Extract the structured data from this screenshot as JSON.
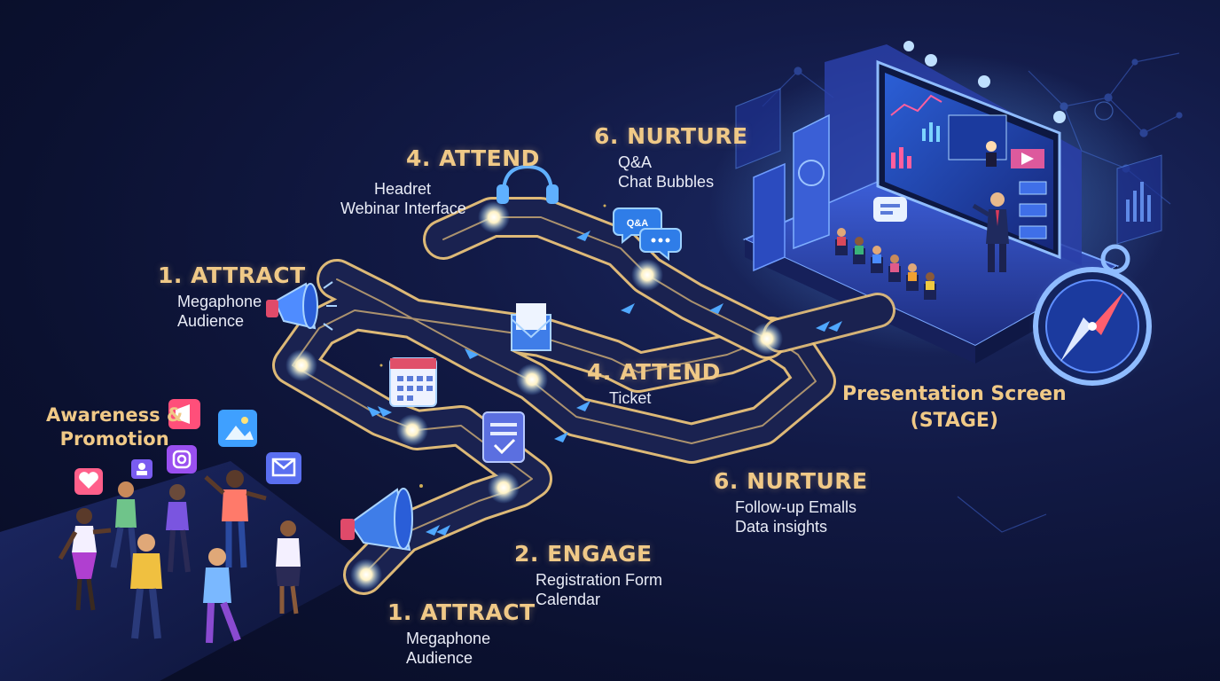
{
  "stages": [
    {
      "id": "attract-top",
      "title": "1. ATTRACT",
      "lines": [
        "Megaphone",
        "Audience"
      ]
    },
    {
      "id": "attend-top",
      "title": "4. ATTEND",
      "lines": [
        "Headret",
        "Webinar Interface"
      ]
    },
    {
      "id": "nurture-top",
      "title": "6. NURTURE",
      "lines": [
        "Q&A",
        "Chat Bubbles"
      ]
    },
    {
      "id": "attend-mid",
      "title": "4. ATTEND",
      "lines": [
        "Ticket"
      ]
    },
    {
      "id": "nurture-bottom",
      "title": "6. NURTURE",
      "lines": [
        "Follow-up Emalls",
        "Data insights"
      ]
    },
    {
      "id": "engage",
      "title": "2. ENGAGE",
      "lines": [
        "Registration Form",
        "Calendar"
      ]
    },
    {
      "id": "attract-bottom",
      "title": "1. ATTRACT",
      "lines": [
        "Megaphone",
        "Audience"
      ]
    }
  ],
  "awareness": {
    "lines": [
      "Awareness &",
      "Promotion"
    ]
  },
  "stage": {
    "lines": [
      "Presentation Screen",
      "(STAGE)"
    ]
  },
  "icons": {
    "qa_bubble": "Q&A",
    "social": [
      "heart-icon",
      "user-icon",
      "instagram-icon",
      "image-icon",
      "mail-icon",
      "megaphone-icon"
    ],
    "journey": [
      "megaphone-icon",
      "calendar-icon",
      "mail-icon",
      "form-icon",
      "headset-icon",
      "chat-icon",
      "compass-icon"
    ]
  },
  "colors": {
    "background": "#0b1130",
    "road": "#1a2250",
    "road_edge": "#e9c27a",
    "glow": "#6fb6ff",
    "label": "#f0c987",
    "text": "#e9ecf7"
  }
}
